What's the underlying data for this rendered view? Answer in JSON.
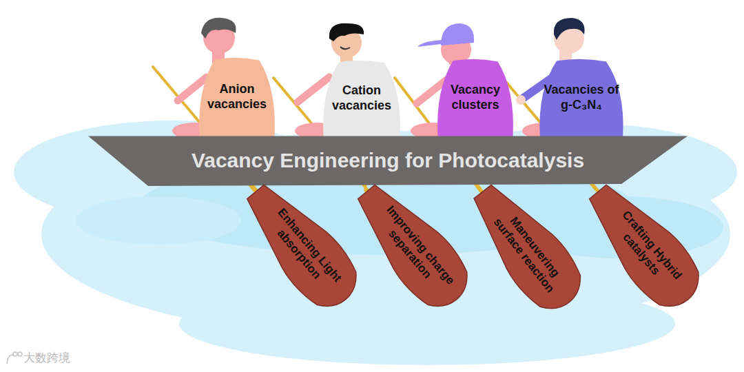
{
  "diagram": {
    "nodes": [
      {
        "text": [
          "Anion vacancies"
        ]
      },
      {
        "text": [
          "Cation vacancies"
        ]
      },
      {
        "text": [
          "Vacancy clusters"
        ]
      },
      {
        "text": [
          "Vacancies of g-C₃N₄"
        ]
      },
      {
        "text": [
          "Vacancy Engineering for Photocatalysis"
        ]
      },
      {
        "text": [
          "Enhancing Light absorption"
        ]
      },
      {
        "text": [
          "Improving charge separation"
        ]
      },
      {
        "text": [
          "Maneuvering surface reaction"
        ]
      },
      {
        "text": [
          "Crafting Hybrid catalysts"
        ]
      }
    ],
    "edges": [
      {
        "from": 0,
        "to": 5,
        "arrow": "none"
      },
      {
        "from": 1,
        "to": 6,
        "arrow": "none"
      },
      {
        "from": 2,
        "to": 7,
        "arrow": "none"
      },
      {
        "from": 3,
        "to": 8,
        "arrow": "none"
      }
    ],
    "labels": [
      "大数跨境"
    ]
  }
}
